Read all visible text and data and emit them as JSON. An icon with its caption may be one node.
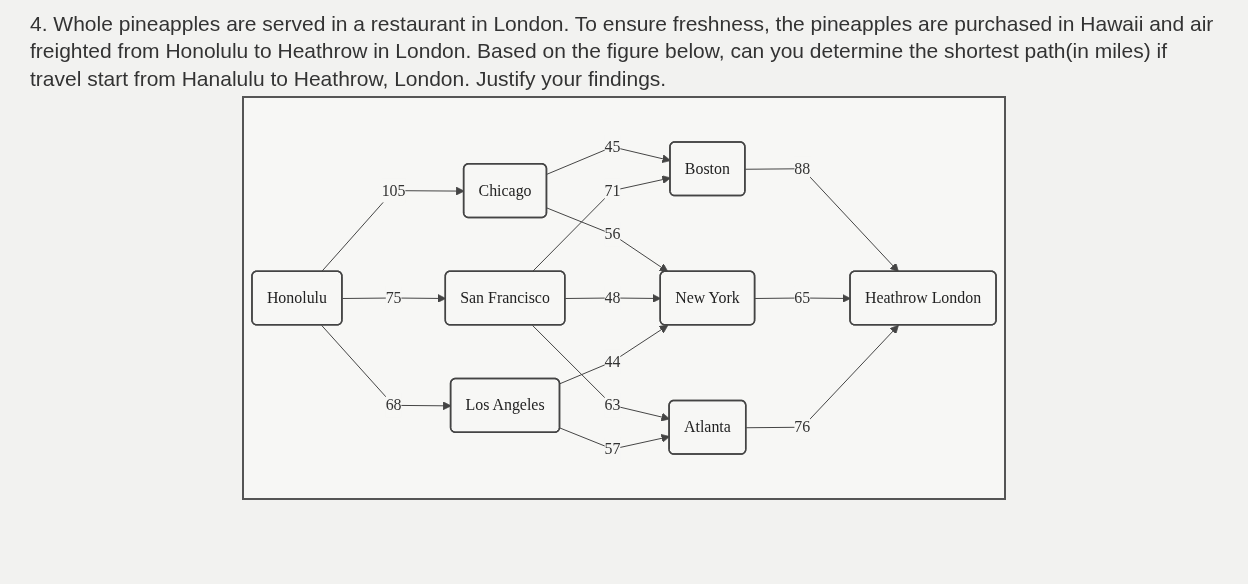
{
  "diagram": {
    "title": "4. Whole pineapples are served in a restaurant in London. To ensure freshness, the pineapples are purchased in Hawaii and air freighted from Honolulu to Heathrow in London. Based on the figure below, can you determine the shortest path(in miles) if travel start from Hanalulu to Heathrow, London. Justify your findings.",
    "nodes": [
      {
        "text": [
          "Honolulu"
        ]
      },
      {
        "text": [
          "Chicago"
        ]
      },
      {
        "text": [
          "San Francisco"
        ]
      },
      {
        "text": [
          "Los Angeles"
        ]
      },
      {
        "text": [
          "Boston"
        ]
      },
      {
        "text": [
          "New York"
        ]
      },
      {
        "text": [
          "Atlanta"
        ]
      },
      {
        "text": [
          "Heathrow London"
        ]
      }
    ],
    "edges": [
      {
        "from": 0,
        "to": 1,
        "arrow": "to",
        "label": "105"
      },
      {
        "from": 0,
        "to": 2,
        "arrow": "to",
        "label": "75"
      },
      {
        "from": 0,
        "to": 3,
        "arrow": "to",
        "label": "68"
      },
      {
        "from": 1,
        "to": 4,
        "arrow": "to",
        "label": "45"
      },
      {
        "from": 1,
        "to": 5,
        "arrow": "to",
        "label": "56"
      },
      {
        "from": 2,
        "to": 4,
        "arrow": "to",
        "label": "71"
      },
      {
        "from": 2,
        "to": 5,
        "arrow": "to",
        "label": "48"
      },
      {
        "from": 2,
        "to": 6,
        "arrow": "to",
        "label": "63"
      },
      {
        "from": 3,
        "to": 5,
        "arrow": "to",
        "label": "44"
      },
      {
        "from": 3,
        "to": 6,
        "arrow": "to",
        "label": "57"
      },
      {
        "from": 4,
        "to": 7,
        "arrow": "to",
        "label": "88"
      },
      {
        "from": 5,
        "to": 7,
        "arrow": "to",
        "label": "65"
      },
      {
        "from": 6,
        "to": 7,
        "arrow": "to",
        "label": "76"
      }
    ]
  }
}
